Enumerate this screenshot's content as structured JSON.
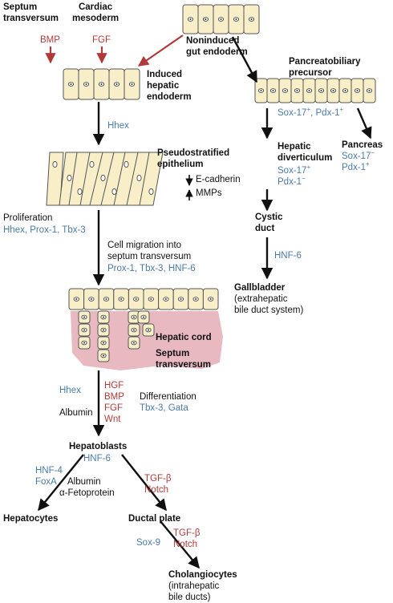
{
  "colors": {
    "signal_red": "#b03a3a",
    "factor_blue": "#4a7aa8",
    "cell_fill": "#f8efc9",
    "cell_stroke": "#555555",
    "tissue_pink": "#e9b9c2",
    "arrow": "#111111"
  },
  "labels": {
    "septum_transversum_top": "Septum\ntransversum",
    "cardiac_mesoderm": "Cardiac\nmesoderm",
    "bmp_top": "BMP",
    "fgf_top": "FGF",
    "noninduced_gut_endoderm": "Noninduced\ngut endoderm",
    "induced_hepatic_endoderm": "Induced\nhepatic\nendoderm",
    "hhex_1": "Hhex",
    "pseudostratified_epithelium": "Pseudostratified\nepithelium",
    "e_cadherin": "E-cadherin",
    "mmps": "MMPs",
    "proliferation": "Proliferation",
    "proliferation_factors": "Hhex, Prox-1, Tbx-3",
    "cell_migration": "Cell migration into\nseptum transversum",
    "migration_factors": "Prox-1, Tbx-3, HNF-6",
    "hepatic_cord": "Hepatic cord",
    "septum_transversum_mid": "Septum\ntransversum",
    "hhex_2": "Hhex",
    "albumin_1": "Albumin",
    "hgf": "HGF",
    "bmp_mid": "BMP",
    "fgf_mid": "FGF",
    "wnt": "Wnt",
    "differentiation": "Differentiation",
    "differentiation_factors": "Tbx-3, Gata",
    "hepatoblasts": "Hepatoblasts",
    "hnf6_1": "HNF-6",
    "hnf4": "HNF-4",
    "foxa": "FoxA",
    "albumin_2": "Albumin",
    "afp": "α-Fetoprotein",
    "hepatocytes": "Hepatocytes",
    "tgfb_1": "TGF-β",
    "notch_1": "Notch",
    "ductal_plate": "Ductal plate",
    "sox9": "Sox-9",
    "tgfb_2": "TGF-β",
    "notch_2": "Notch",
    "cholangiocytes": "Cholangiocytes",
    "intrahepatic": "(intrahepatic\nbile ducts)",
    "pancreatobiliary_precursor": "Pancreatobiliary\nprecursor",
    "pb_sox17": "Sox-17",
    "pb_sep": ", ",
    "pb_pdx1": "Pdx-1",
    "hepatic_diverticulum": "Hepatic\ndiverticulum",
    "hd_sox17": "Sox-17",
    "hd_pdx1": "Pdx-1",
    "pancreas": "Pancreas",
    "pa_sox17": "Sox-17",
    "pa_pdx1": "Pdx-1",
    "plus": "+",
    "minus": "−",
    "cystic_duct": "Cystic\nduct",
    "hnf6_2": "HNF-6",
    "gallbladder": "Gallbladder",
    "extrahepatic": "(extrahepatic\nbile duct system)"
  }
}
